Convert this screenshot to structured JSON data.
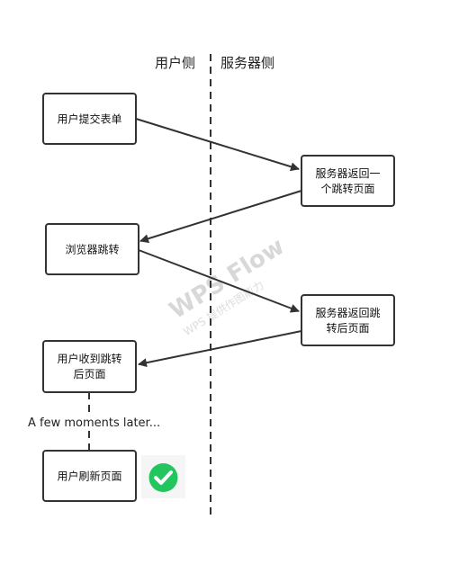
{
  "headers": {
    "user_side": "用户侧",
    "server_side": "服务器侧"
  },
  "nodes": {
    "submit_form": [
      "用户提交表单"
    ],
    "server_return_redirect_page": [
      "服务器返回一",
      "个跳转页面"
    ],
    "browser_redirect": [
      "浏览器跳转"
    ],
    "server_return_redirected_page": [
      "服务器返回跳",
      "转后页面"
    ],
    "user_receive_redirected_page": [
      "用户收到跳转",
      "后页面"
    ],
    "user_refresh_page": [
      "用户刷新页面"
    ]
  },
  "note": "A few moments later...",
  "watermark": {
    "title": "WPS Flow",
    "subtitle": "WPS 提供作图能力"
  },
  "status": {
    "icon": "check-circle-icon",
    "color": "#22c55e"
  },
  "colors": {
    "stroke": "#333333",
    "background": "#ffffff"
  }
}
